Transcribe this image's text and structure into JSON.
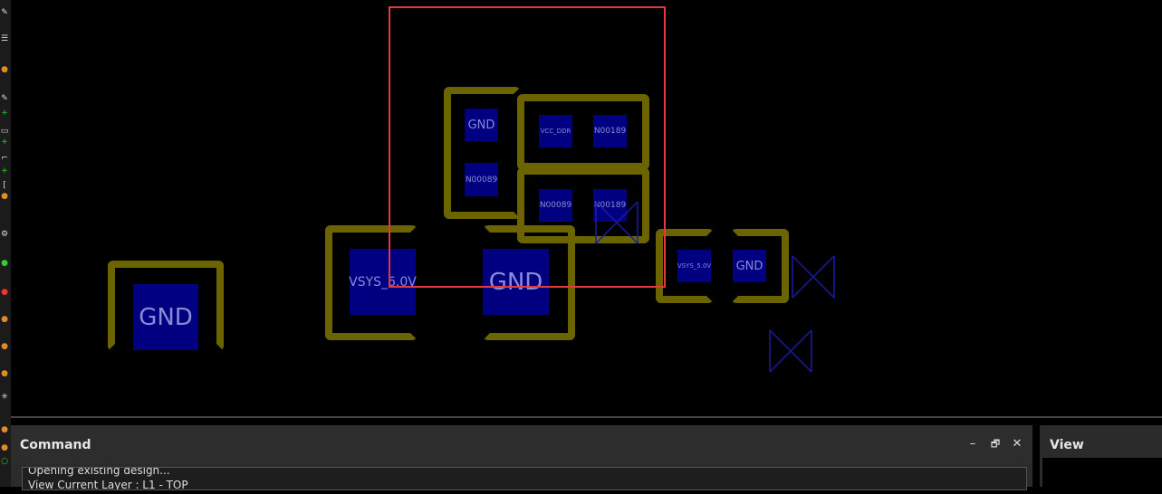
{
  "toolbar": {
    "icons": [
      "wrench-icon",
      "list-icon",
      "orange-tool-icon",
      "pencil-icon",
      "add-icon",
      "rectangle-add-icon",
      "path-add-icon",
      "square-bracket-icon",
      "gear-icon",
      "bug-icon",
      "red-error-icon",
      "orange-tool-icon",
      "orange-tool-icon",
      "orange-tool-icon",
      "sparkle-icon",
      "orange-tool-icon",
      "orange-tool-icon",
      "green-dot-icon"
    ]
  },
  "colors": {
    "frame": "#6b6400",
    "pad": "#000080",
    "pad_text": "#8a8ad6",
    "selection": "#e5373f",
    "marker": "#1a1aa8"
  },
  "pads": {
    "gnd_large_left": "GND",
    "vsys_left": "VSYS_6.0V",
    "gnd_center": "GND",
    "gnd_small_top": "GND",
    "n00089_top": "N00089",
    "vcc_ddr": "VCC_DDR",
    "n00189_top": "N00189",
    "n00089_mid": "N00089",
    "n00189_mid": "N00189",
    "vsys_right": "VSYS_5.0V",
    "gnd_right": "GND"
  },
  "command": {
    "title": "Command",
    "lines": [
      "Opening existing design...",
      "View Current Layer : L1 - TOP"
    ],
    "minimize": "–",
    "restore": "🗗",
    "close": "✕"
  },
  "view": {
    "title": "View"
  }
}
